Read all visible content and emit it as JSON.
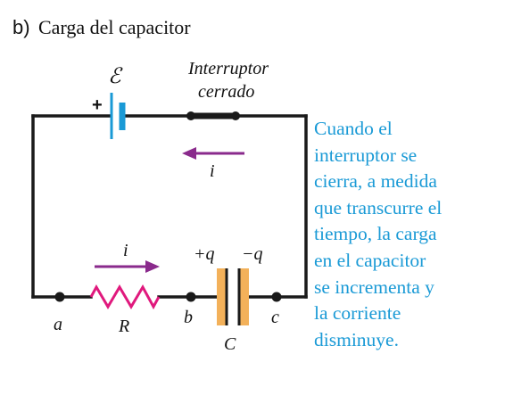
{
  "part_label": "b)",
  "title": "Carga del capacitor",
  "emf_symbol": "ℰ",
  "plus_sign": "+",
  "switch_label": [
    "Interruptor",
    "cerrado"
  ],
  "current_symbol": "i",
  "charge_pos": "+q",
  "charge_neg": "−q",
  "nodes": {
    "a": "a",
    "b": "b",
    "c": "c"
  },
  "resistor_label": "R",
  "capacitor_label": "C",
  "caption_lines": [
    "Cuando el",
    "interruptor se",
    "cierra, a medida",
    "que transcurre el",
    "tiempo, la carga",
    "en el capacitor",
    "se incrementa y",
    "la corriente",
    "disminuye."
  ],
  "colors": {
    "wire": "#1a1a1a",
    "battery": "#1a9ad6",
    "arrow": "#8a2a8c",
    "resistor": "#e0197d",
    "capacitor_plate": "#f3b15a",
    "caption": "#1a9ad6"
  }
}
